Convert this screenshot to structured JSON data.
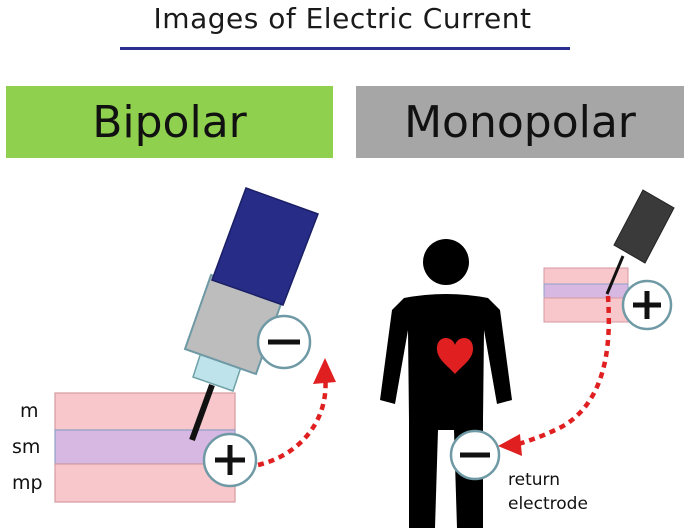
{
  "header": {
    "title": "Images of Electric Current"
  },
  "panels": {
    "bipolar": {
      "label": "Bipolar"
    },
    "monopolar": {
      "label": "Monopolar"
    }
  },
  "layers": [
    "m",
    "sm",
    "mp"
  ],
  "return_electrode": {
    "line1": "return",
    "line2": "electrode"
  },
  "symbols": {
    "positive": "+",
    "negative": "−"
  },
  "colors": {
    "bipolar_banner": "#8fd14f",
    "monopolar_banner": "#a6a6a6",
    "layer_mucosa": "#f7c7cb",
    "layer_submucosa": "#d7b8e2",
    "current_arrow": "#e02020",
    "handle_blue": "#272d86",
    "title_rule": "#2b2f8f"
  }
}
